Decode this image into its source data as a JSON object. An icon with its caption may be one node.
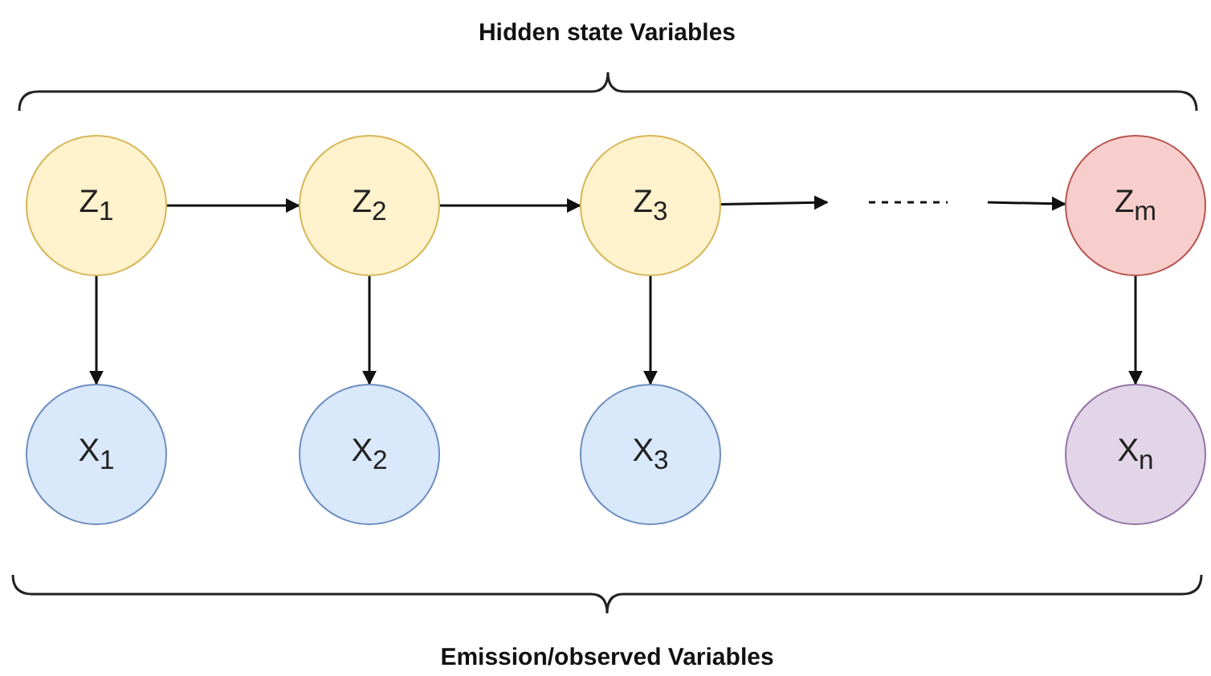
{
  "diagram": {
    "nodes": [
      {
        "text": [
          "Z$_{1}$"
        ]
      },
      {
        "text": [
          "Z$_{2}$"
        ]
      },
      {
        "text": [
          "Z$_{3}$"
        ]
      },
      {
        "text": [
          "Z$_{m}$"
        ]
      },
      {
        "text": [
          "X$_{1}$"
        ]
      },
      {
        "text": [
          "X$_{2}$"
        ]
      },
      {
        "text": [
          "X$_{3}$"
        ]
      },
      {
        "text": [
          "X$_{n}$"
        ]
      }
    ],
    "edges": [
      {
        "from": 0,
        "to": 1,
        "arrow": "to"
      },
      {
        "from": 1,
        "to": 2,
        "arrow": "to"
      },
      {
        "from": 2,
        "to": null,
        "arrow": "to"
      },
      {
        "from": null,
        "to": 3,
        "arrow": "to"
      },
      {
        "from": 0,
        "to": 4,
        "arrow": "to"
      },
      {
        "from": 1,
        "to": 5,
        "arrow": "to"
      },
      {
        "from": 2,
        "to": 6,
        "arrow": "to"
      },
      {
        "from": 3,
        "to": 7,
        "arrow": "to"
      }
    ],
    "labels": [
      "Hidden state Variables",
      "Emission/observed Variables"
    ]
  }
}
